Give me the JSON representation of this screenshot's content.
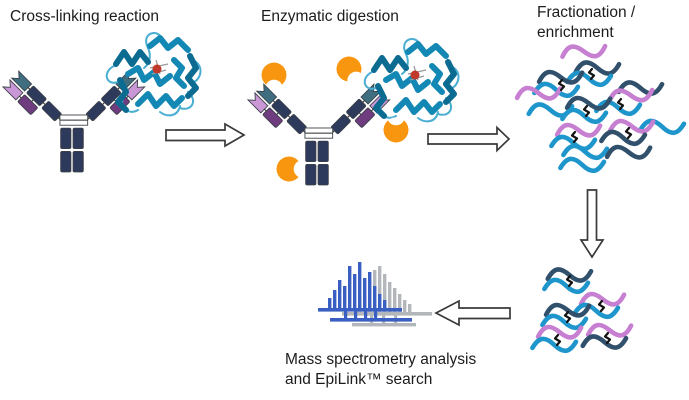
{
  "diagram": {
    "type": "cross-linking mass spectrometry workflow",
    "steps": {
      "crosslinking": {
        "label": "Cross-linking reaction"
      },
      "digestion": {
        "label": "Enzymatic digestion"
      },
      "fractionation": {
        "label_line1": "Fractionation /",
        "label_line2": "enrichment"
      },
      "ms_analysis": {
        "label_line1": "Mass spectrometry analysis",
        "label_line2": "and EpiLink™ search"
      }
    },
    "arrows": [
      "right",
      "right",
      "down",
      "left"
    ],
    "icons": {
      "antibody": "Y-shaped IgG antibody cartoon (navy stems, teal and orchid variable domains)",
      "protein": "teal ribbon protein structure with small red ligand",
      "enzyme": "orange protease circle with bite notch",
      "peptide_strand": "short S-curved peptide segment",
      "crosslink": "black zigzag connector between two peptides",
      "mass_spectrum": "overlaid blue and gray mass spectra"
    }
  },
  "colors": {
    "text-color": "#1c1c1c",
    "antibody-navy": "#2e3a5c",
    "antibody-teal": "#3e6e80",
    "antibody-purple": "#6f3c80",
    "antibody-orchid": "#c996d6",
    "protein-teal": "#1488b4",
    "protein-teal-dark": "#0c6b91",
    "protein-teal-light": "#49aed2",
    "ligand-red": "#c0392b",
    "enzyme-orange": "#f8970f",
    "strand-cyan": "#1e96cc",
    "strand-pink": "#c77fd2",
    "strand-dark": "#31506b",
    "link-black": "#141414",
    "spectrum-blue": "#3a5fc2",
    "spectrum-gray": "#b3b6bb",
    "arrow-stroke": "#3a3a3a"
  }
}
